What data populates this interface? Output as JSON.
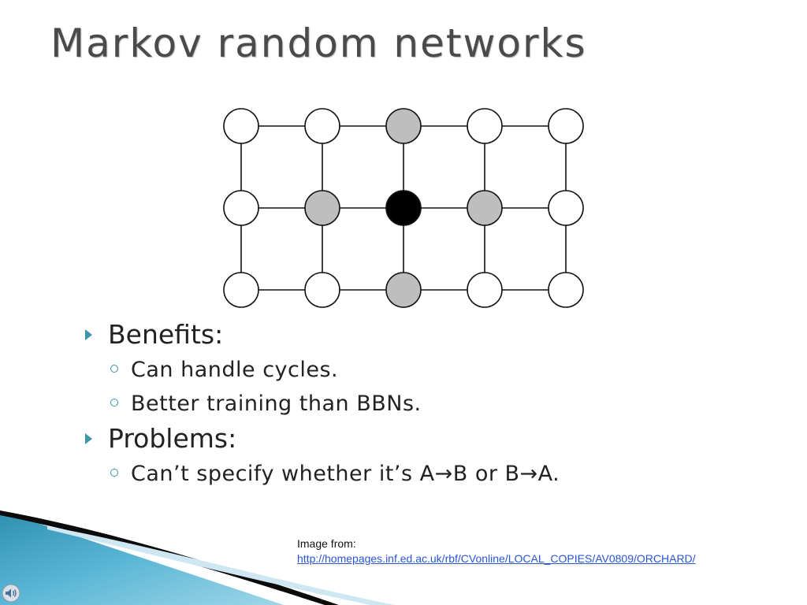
{
  "slide": {
    "title": "Markov random networks"
  },
  "diagram": {
    "rows": 3,
    "cols": 5,
    "node_states": [
      [
        "white",
        "white",
        "gray",
        "white",
        "white"
      ],
      [
        "white",
        "gray",
        "black",
        "gray",
        "white"
      ],
      [
        "white",
        "white",
        "gray",
        "white",
        "white"
      ]
    ],
    "colors": {
      "white": "#ffffff",
      "gray": "#bebebe",
      "black": "#000000"
    }
  },
  "bullets": [
    {
      "label": "Benefits:",
      "sub": [
        "Can handle cycles.",
        "Better training than BBNs."
      ]
    },
    {
      "label": "Problems:",
      "sub": [
        "Can’t specify whether it’s A→B or B→A."
      ]
    }
  ],
  "credit": {
    "label": "Image from:",
    "link": "http://homepages.inf.ed.ac.uk/rbf/CVonline/LOCAL_COPIES/AV0809/ORCHARD/"
  },
  "theme": {
    "accent": "#3d97a9",
    "link": "#2a55d4"
  },
  "icons": {
    "speaker": "speaker-icon"
  }
}
